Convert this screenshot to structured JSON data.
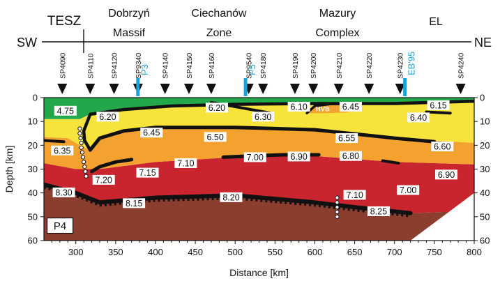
{
  "chart_data": {
    "type": "velocity-section",
    "direction_left": "SW",
    "direction_right": "NE",
    "units": [
      {
        "line1": "TESZ",
        "line2": ""
      },
      {
        "line1": "Dobrzyń",
        "line2": "Massif"
      },
      {
        "line1": "Ciechanów",
        "line2": "Zone"
      },
      {
        "line1": "Mazury",
        "line2": "Complex"
      },
      {
        "line1": "EL",
        "line2": ""
      }
    ],
    "xlabel": "Distance  [km]",
    "ylabel": "Depth  [km]",
    "xlim": [
      260,
      800
    ],
    "ylim": [
      0,
      60
    ],
    "xticks": [
      "300",
      "350",
      "400",
      "450",
      "500",
      "550",
      "600",
      "650",
      "700",
      "750",
      "800"
    ],
    "yticks": [
      "0",
      "10",
      "20",
      "30",
      "40",
      "50",
      "60"
    ],
    "shot_points": [
      {
        "name": "SP4090",
        "x": 283
      },
      {
        "name": "SP4110",
        "x": 318
      },
      {
        "name": "SP4120",
        "x": 348
      },
      {
        "name": "SP9340",
        "x": 378
      },
      {
        "name": "SP4140",
        "x": 412
      },
      {
        "name": "SP4150",
        "x": 442
      },
      {
        "name": "SP4160",
        "x": 470
      },
      {
        "name": "SP9540",
        "x": 517
      },
      {
        "name": "SP4180",
        "x": 535
      },
      {
        "name": "SP4190",
        "x": 575
      },
      {
        "name": "SP4200",
        "x": 598
      },
      {
        "name": "SP4210",
        "x": 630
      },
      {
        "name": "SP4220",
        "x": 668
      },
      {
        "name": "SP4230",
        "x": 707
      },
      {
        "name": "SP4240",
        "x": 783
      }
    ],
    "intersections": [
      {
        "name": "P3",
        "x": 378
      },
      {
        "name": "P5",
        "x": 513
      },
      {
        "name": "EB'95",
        "x": 713
      }
    ],
    "velocity_labels": [
      {
        "text": "4.75",
        "x": 287,
        "y": 5.5
      },
      {
        "text": "6.20",
        "x": 340,
        "y": 8
      },
      {
        "text": "6.20",
        "x": 477,
        "y": 4.2
      },
      {
        "text": "6.10",
        "x": 580,
        "y": 3.8
      },
      {
        "text": "HVB",
        "x": 610,
        "y": 4.5
      },
      {
        "text": "6.45",
        "x": 645,
        "y": 3.8
      },
      {
        "text": "6.15",
        "x": 755,
        "y": 3.2
      },
      {
        "text": "6.30",
        "x": 535,
        "y": 8
      },
      {
        "text": "6.40",
        "x": 730,
        "y": 8.3
      },
      {
        "text": "6.45",
        "x": 395,
        "y": 14.7
      },
      {
        "text": "6.50",
        "x": 475,
        "y": 16.5
      },
      {
        "text": "6.55",
        "x": 640,
        "y": 17
      },
      {
        "text": "6.60",
        "x": 760,
        "y": 20.5
      },
      {
        "text": "6.35",
        "x": 283,
        "y": 22.2
      },
      {
        "text": "7.10",
        "x": 438,
        "y": 27.5
      },
      {
        "text": "7.00",
        "x": 525,
        "y": 25
      },
      {
        "text": "6.90",
        "x": 580,
        "y": 24.7
      },
      {
        "text": "6.80",
        "x": 645,
        "y": 24.5
      },
      {
        "text": "6.90",
        "x": 765,
        "y": 32.3
      },
      {
        "text": "7.20",
        "x": 335,
        "y": 34.5
      },
      {
        "text": "7.15",
        "x": 390,
        "y": 31.5
      },
      {
        "text": "7.10",
        "x": 650,
        "y": 40.8
      },
      {
        "text": "7.00",
        "x": 717,
        "y": 38.8
      },
      {
        "text": "8.30",
        "x": 285,
        "y": 39.8
      },
      {
        "text": "8.15",
        "x": 373,
        "y": 44.3
      },
      {
        "text": "8.20",
        "x": 495,
        "y": 41.8
      },
      {
        "text": "8.25",
        "x": 680,
        "y": 47.7
      }
    ],
    "colors": {
      "green": "#22a84a",
      "light_yellow": "#f6e33c",
      "orange": "#f4a22f",
      "red": "#c9252f",
      "brown": "#8b3e2e",
      "marker_cyan": "#1aa3d8",
      "text_cyan": "#1aa3d8"
    },
    "profile_label": "P4"
  }
}
